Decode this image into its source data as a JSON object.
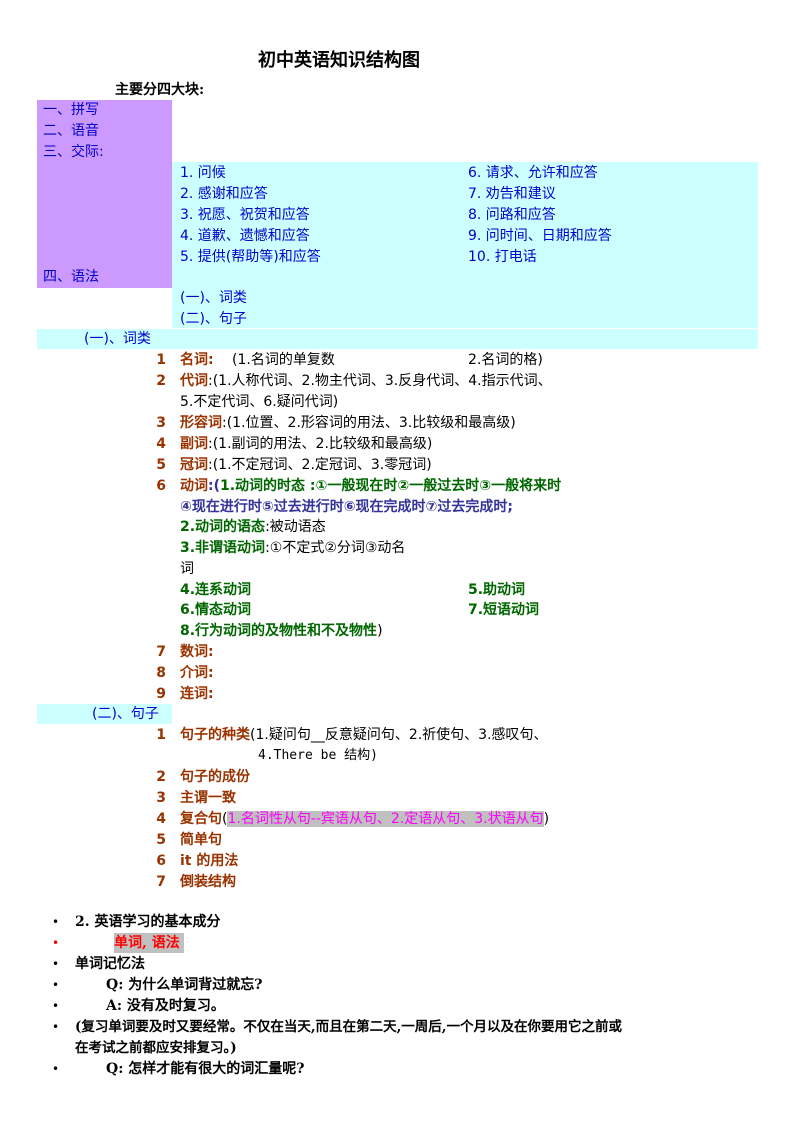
{
  "title": "初中英语知识结构图",
  "subtitle": "主要分四大块:",
  "blocks": [
    "一、拼写",
    "二、语音",
    "三、交际:",
    "四、语法"
  ],
  "communication_left": [
    "1. 问候",
    "2. 感谢和应答",
    "3. 祝愿、祝贺和应答",
    "4. 道歉、遗憾和应答",
    "5. 提供(帮助等)和应答"
  ],
  "communication_right": [
    "6. 请求、允许和应答",
    "7. 劝告和建议",
    "8. 问路和应答",
    "9. 问时间、日期和应答",
    "10. 打电话"
  ],
  "grammar_parts": [
    "(一)、词类",
    "(二)、句子"
  ],
  "section1": {
    "header": "(一)、词类",
    "nouns": {
      "num": "1",
      "label": "名词:",
      "p1": "(1.名词的单复数",
      "p2": "2.名词的格)"
    },
    "pronouns": {
      "num": "2",
      "label": "代词",
      "l1": ":(1.人称代词、2.物主代词、3.反身代词、4.指示代词、",
      "l2": "5.不定代词、6.疑问代词)"
    },
    "adjectives": {
      "num": "3",
      "label": "形容词",
      "text": ":(1.位置、2.形容词的用法、3.比较级和最高级)"
    },
    "adverbs": {
      "num": "4",
      "label": "副词",
      "text": ":(1.副词的用法、2.比较级和最高级)"
    },
    "articles": {
      "num": "5",
      "label": "冠词",
      "text": ":(1.不定冠词、2.定冠词、3.零冠词)"
    },
    "verbs": {
      "num": "6",
      "label": "动词",
      "l1_prefix": ":(",
      "l1": "1.动词的时态 :①一般现在时②一般过去时③一般将来时",
      "l2": "④现在进行时⑤过去进行时⑥现在完成时⑦过去完成时;",
      "voice_label": "2.动词的语态",
      "voice_text": ":被动语态",
      "nonfinite_label": "3.非谓语动词",
      "nonfinite_text": ":①不定式②分词③动名",
      "nonfinite_wrap": "词",
      "linking": "4.连系动词",
      "auxiliary": "5.助动词",
      "modal": "6.情态动词",
      "phrasal": "7.短语动词",
      "transitivity": "8.行为动词的及物性和不及物性",
      "close": ")"
    },
    "numerals": {
      "num": "7",
      "label": "数词:"
    },
    "prepositions": {
      "num": "8",
      "label": "介词:"
    },
    "conjunctions": {
      "num": "9",
      "label": "连词:"
    }
  },
  "section2": {
    "header": "(二)、句子",
    "items": [
      {
        "num": "1",
        "label": "句子的种类",
        "text": "(1.疑问句__反意疑问句、2.祈使句、3.感叹句、",
        "text2": "4.There be 结构)"
      },
      {
        "num": "2",
        "label": "句子的成份"
      },
      {
        "num": "3",
        "label": "主谓一致"
      },
      {
        "num": "4",
        "label": "复合句",
        "open": "(",
        "highlight": "1.名词性从句--宾语从句、2.定语从句、3.状语从句",
        "close": ")"
      },
      {
        "num": "5",
        "label": "简单句"
      },
      {
        "num": "6",
        "label": "it 的用法"
      },
      {
        "num": "7",
        "label": "倒装结构"
      }
    ]
  },
  "bullets": [
    {
      "mark": "•",
      "text": "2. 英语学习的基本成分"
    },
    {
      "mark": "•",
      "text": "单词, 语法"
    },
    {
      "mark": "•",
      "text": "单词记忆法"
    },
    {
      "mark": "•",
      "text": "Q: 为什么单词背过就忘?"
    },
    {
      "mark": "•",
      "text": "A:  没有及时复习。"
    },
    {
      "mark": "•",
      "text": "(复习单词要及时又要经常。不仅在当天,而且在第二天,一周后,一个月以及在你要用它之前或",
      "text2": "在考试之前都应安排复习。)"
    },
    {
      "mark": "•",
      "text": "Q: 怎样才能有很大的词汇量呢?"
    }
  ],
  "colors": {
    "purple": "#cc99ff",
    "cyan": "#ccffff",
    "blue": "#0000cc",
    "brown": "#993300",
    "green": "#006600",
    "navy": "#333399",
    "magenta": "#ff00ff",
    "red": "#ff0000"
  }
}
